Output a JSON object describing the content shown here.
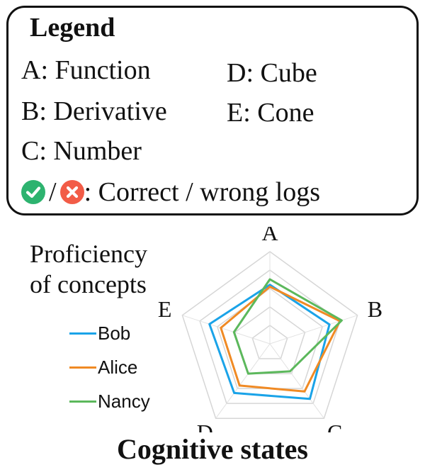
{
  "legend": {
    "title": "Legend",
    "items": [
      "A: Function",
      "B: Derivative",
      "C: Number",
      "D: Cube",
      "E: Cone"
    ],
    "logs_sep": "/",
    "logs_text": ": Correct / wrong logs",
    "icons": {
      "correct": "check-circle-icon",
      "wrong": "x-circle-icon"
    },
    "colors": {
      "correct": "#2db36f",
      "wrong": "#f25c47"
    }
  },
  "chart_title_lines": [
    "Proficiency",
    "of concepts"
  ],
  "bottom_caption": "Cognitive states",
  "chart_data": {
    "type": "radar",
    "axes": [
      "A",
      "B",
      "C",
      "D",
      "E"
    ],
    "range": [
      0,
      1
    ],
    "grid_levels": [
      0.2,
      0.4,
      0.6,
      0.8,
      1.0
    ],
    "legend_position": "left",
    "series": [
      {
        "name": "Bob",
        "color": "#1aa3e8",
        "values": [
          0.64,
          0.68,
          0.74,
          0.66,
          0.69
        ]
      },
      {
        "name": "Alice",
        "color": "#f08a24",
        "values": [
          0.62,
          0.8,
          0.64,
          0.56,
          0.56
        ]
      },
      {
        "name": "Nancy",
        "color": "#5cb85c",
        "values": [
          0.7,
          0.82,
          0.37,
          0.4,
          0.41
        ]
      }
    ]
  }
}
